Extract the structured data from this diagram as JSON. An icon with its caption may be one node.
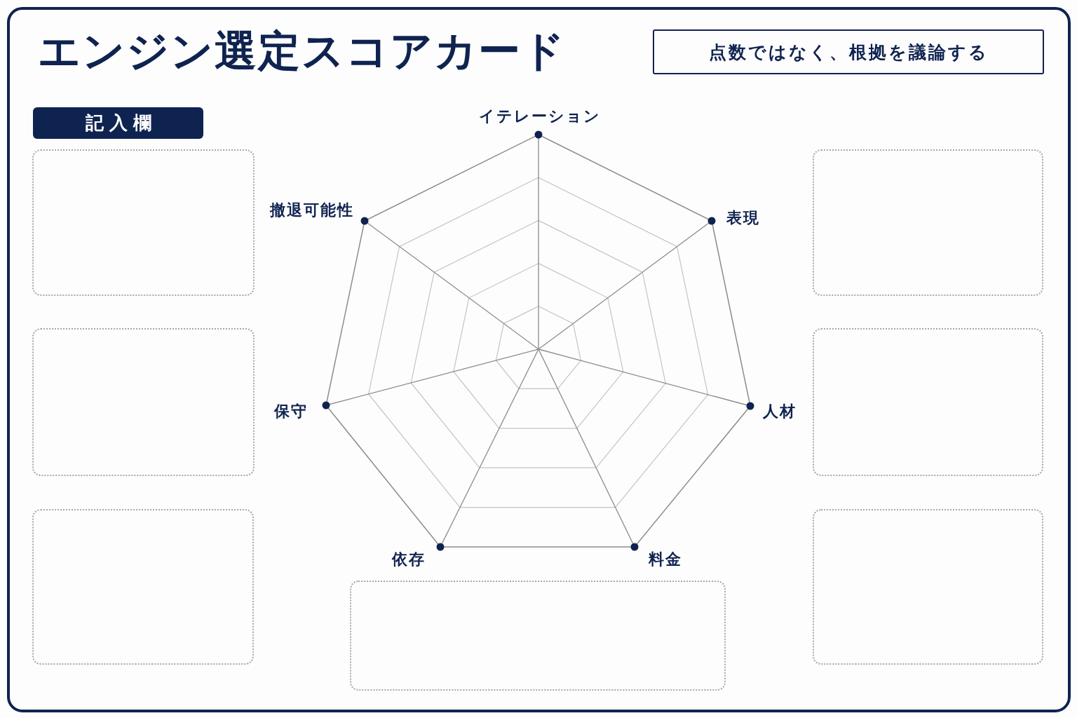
{
  "diagram": {
    "title": "エンジン選定スコアカード",
    "nodes": [
      {
        "text": [
          "点数ではなく、根拠を議論する"
        ]
      },
      {
        "text": [
          "記入欄"
        ]
      },
      {
        "text": [],
        "shape": "box"
      },
      {
        "text": [],
        "shape": "box"
      },
      {
        "text": [],
        "shape": "box"
      },
      {
        "text": [],
        "shape": "box"
      },
      {
        "text": [],
        "shape": "box"
      },
      {
        "text": [],
        "shape": "box"
      },
      {
        "text": [],
        "shape": "box"
      }
    ],
    "labels": [
      "イテレーション",
      "撤退可能性",
      "表現",
      "保守",
      "人材",
      "依存",
      "料金"
    ]
  }
}
